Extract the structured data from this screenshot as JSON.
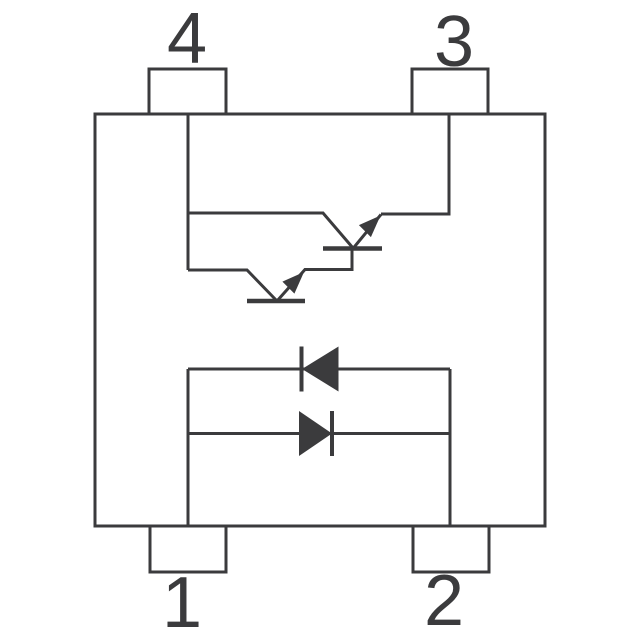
{
  "schematic": {
    "type": "optocoupler-equivalent-circuit",
    "pins": [
      {
        "label": "4",
        "position": "top-left"
      },
      {
        "label": "3",
        "position": "top-right"
      },
      {
        "label": "1",
        "position": "bottom-left"
      },
      {
        "label": "2",
        "position": "bottom-right"
      }
    ],
    "symbols": {
      "output_stage": "darlington-phototransistor-pair",
      "input_stage": "anti-parallel-diode-pair"
    },
    "colors": {
      "line": "#3b3b3d",
      "background": "#ffffff"
    }
  }
}
